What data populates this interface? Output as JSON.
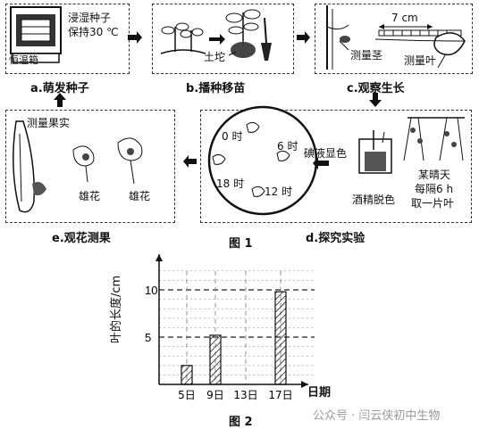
{
  "figure1": {
    "caption": "图 1",
    "panel_a": {
      "label": "a.萌发种子",
      "box_name": "恒温箱",
      "note_line1": "浸湿种子",
      "note_line2": "保持30 ℃"
    },
    "panel_b": {
      "label": "b.播种移苗",
      "soil": "土坨"
    },
    "panel_c": {
      "label": "c.观察生长",
      "stem": "测量茎",
      "leaf": "测量叶",
      "length": "7 cm"
    },
    "panel_d": {
      "label": "d.探究实验",
      "time_0": "0 时",
      "time_6": "6 时",
      "time_12": "12 时",
      "time_18": "18 时",
      "iodine": "碘液显色",
      "alcohol": "酒精脱色",
      "note_line1": "某晴天",
      "note_line2": "每隔6 h",
      "note_line3": "取一片叶"
    },
    "panel_e": {
      "label": "e.观花测果",
      "fruit": "测量果实",
      "male1": "雄花",
      "male2": "雄花"
    }
  },
  "figure2": {
    "caption": "图 2",
    "chart_data": {
      "type": "bar",
      "categories": [
        "5日",
        "9日",
        "13日",
        "17日"
      ],
      "values": [
        2,
        5.2,
        0,
        9.8
      ],
      "ylabel": "叶的长度/cm",
      "xlabel": "日期",
      "yticks": [
        "5",
        "10"
      ],
      "ylim": [
        0,
        13
      ]
    }
  },
  "watermark": "公众号 · 闫云侠初中生物"
}
